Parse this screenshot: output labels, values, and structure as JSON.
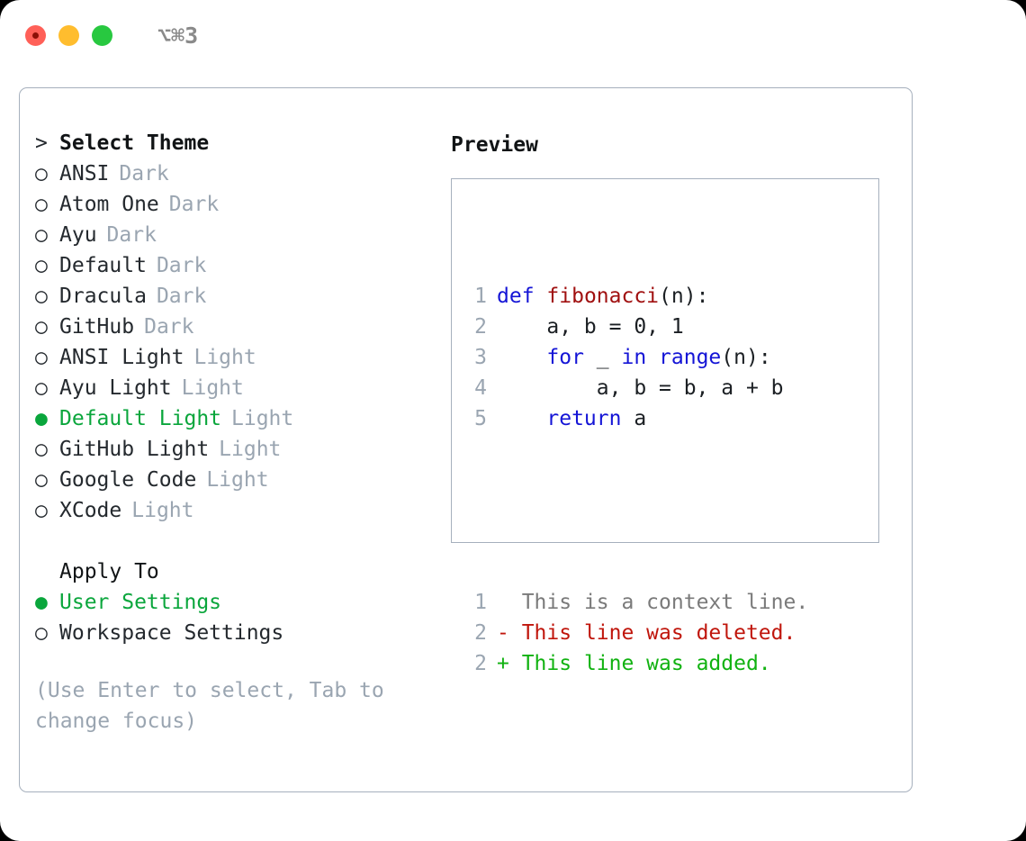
{
  "titlebar": {
    "buttons": [
      {
        "name": "close",
        "color": "#ff6058"
      },
      {
        "name": "minimize",
        "color": "#ffbd2e"
      },
      {
        "name": "zoom",
        "color": "#28c840"
      }
    ],
    "shortcut": "⌥⌘3"
  },
  "theme_picker": {
    "header_prefix": ">",
    "header": "Select Theme",
    "bullet_unselected": "○",
    "bullet_selected": "●",
    "accent_color": "#0aa63c",
    "tag_color": "#9aa5b1",
    "items": [
      {
        "marker": "○",
        "name": "ANSI",
        "tag": "Dark",
        "selected": false
      },
      {
        "marker": "○",
        "name": "Atom One",
        "tag": "Dark",
        "selected": false
      },
      {
        "marker": "○",
        "name": "Ayu",
        "tag": "Dark",
        "selected": false
      },
      {
        "marker": "○",
        "name": "Default",
        "tag": "Dark",
        "selected": false
      },
      {
        "marker": "○",
        "name": "Dracula",
        "tag": "Dark",
        "selected": false
      },
      {
        "marker": "○",
        "name": "GitHub",
        "tag": "Dark",
        "selected": false
      },
      {
        "marker": "○",
        "name": "ANSI Light",
        "tag": "Light",
        "selected": false
      },
      {
        "marker": "○",
        "name": "Ayu Light",
        "tag": "Light",
        "selected": false
      },
      {
        "marker": "●",
        "name": "Default Light",
        "tag": "Light",
        "selected": true
      },
      {
        "marker": "○",
        "name": "GitHub Light",
        "tag": "Light",
        "selected": false
      },
      {
        "marker": "○",
        "name": "Google Code",
        "tag": "Light",
        "selected": false
      },
      {
        "marker": "○",
        "name": "XCode",
        "tag": "Light",
        "selected": false
      }
    ]
  },
  "apply_to": {
    "header": "Apply To",
    "items": [
      {
        "marker": "●",
        "label": "User Settings",
        "selected": true
      },
      {
        "marker": "○",
        "label": "Workspace Settings",
        "selected": false
      }
    ]
  },
  "hint": "(Use Enter to select, Tab to change focus)",
  "preview": {
    "title": "Preview",
    "code_lines": [
      {
        "num": "1",
        "tokens": [
          {
            "t": "def",
            "c": "kw"
          },
          {
            "t": " ",
            "c": "plain"
          },
          {
            "t": "fibonacci",
            "c": "fn"
          },
          {
            "t": "(n):",
            "c": "plain"
          }
        ]
      },
      {
        "num": "2",
        "tokens": [
          {
            "t": "    a, b = 0, 1",
            "c": "plain"
          }
        ]
      },
      {
        "num": "3",
        "tokens": [
          {
            "t": "    ",
            "c": "plain"
          },
          {
            "t": "for",
            "c": "kw"
          },
          {
            "t": " _ ",
            "c": "plain"
          },
          {
            "t": "in",
            "c": "kw"
          },
          {
            "t": " ",
            "c": "plain"
          },
          {
            "t": "range",
            "c": "kw"
          },
          {
            "t": "(n):",
            "c": "plain"
          }
        ]
      },
      {
        "num": "4",
        "tokens": [
          {
            "t": "        a, b = b, a + b",
            "c": "plain"
          }
        ]
      },
      {
        "num": "5",
        "tokens": [
          {
            "t": "    ",
            "c": "plain"
          },
          {
            "t": "return",
            "c": "kw"
          },
          {
            "t": " a",
            "c": "plain"
          }
        ]
      }
    ],
    "diff_lines": [
      {
        "num": "1",
        "sign": " ",
        "text": " This is a context line.",
        "kind": "ctx"
      },
      {
        "num": "2",
        "sign": "-",
        "text": " This line was deleted.",
        "kind": "del"
      },
      {
        "num": "2",
        "sign": "+",
        "text": " This line was added.",
        "kind": "add"
      }
    ]
  }
}
